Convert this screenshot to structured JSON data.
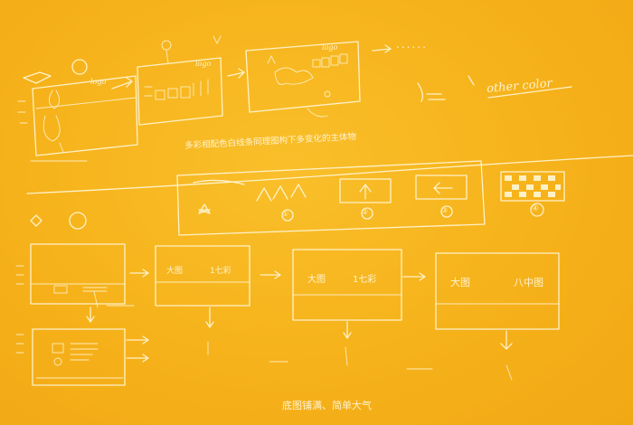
{
  "handwriting": {
    "logo_a": "logo",
    "logo_b": "logo",
    "logo_c": "logo",
    "other_color": "other color",
    "caption_top": "多彩相配色白线条同理图构下多变化的主体物",
    "caption_bottom": "底图铺满、简单大气",
    "big_image_1": "大图",
    "small_text_1": "1七彩",
    "big_image_2": "大图",
    "small_text_2": "1七彩",
    "big_image_3": "大图",
    "mid_image_3": "八中图",
    "dots": "......",
    "step_numbers": [
      "①",
      "②",
      "③",
      "④"
    ]
  },
  "colors": {
    "board": "#f7b51d",
    "chalk": "#fff6d8"
  }
}
